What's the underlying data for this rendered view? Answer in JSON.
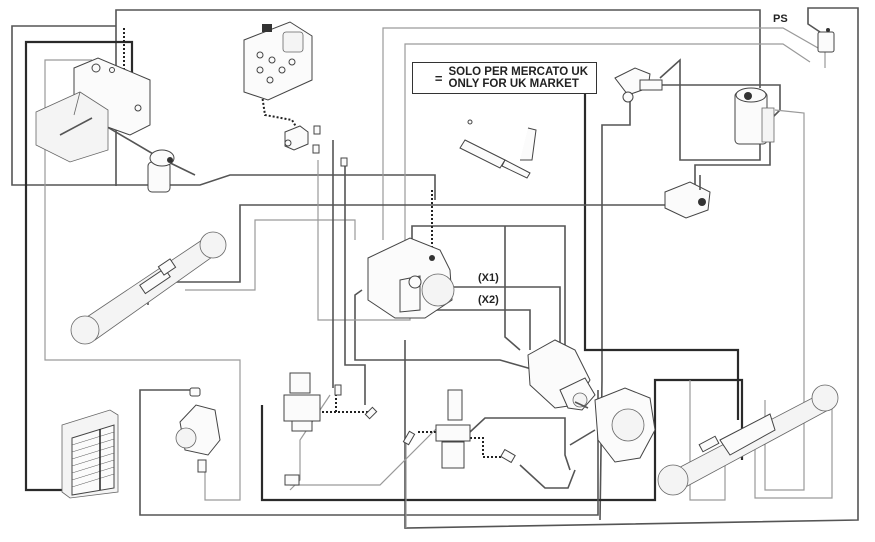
{
  "diagram": {
    "title": "Hydraulic circuit schematic",
    "note_box": {
      "symbol": "=",
      "line1": "SOLO PER MERCATO UK",
      "line2": "ONLY FOR UK MARKET"
    },
    "port_labels": {
      "x1": "(X1)",
      "x2": "(X2)",
      "ps": "PS"
    },
    "components": [
      {
        "id": "oil-tank",
        "icon": "hydraulic-tank-icon"
      },
      {
        "id": "suction-filter",
        "icon": "filter-icon"
      },
      {
        "id": "control-valve-block",
        "icon": "directional-valve-icon"
      },
      {
        "id": "solenoid-valve",
        "icon": "solenoid-valve-icon"
      },
      {
        "id": "brake-cylinder",
        "icon": "cylinder-icon"
      },
      {
        "id": "priority-valve",
        "icon": "priority-valve-icon"
      },
      {
        "id": "steering-unit",
        "icon": "steering-unit-icon"
      },
      {
        "id": "pressure-switch",
        "icon": "pressure-switch-icon"
      },
      {
        "id": "brake-valve",
        "icon": "valve-icon"
      },
      {
        "id": "front-axle",
        "icon": "axle-icon"
      },
      {
        "id": "variable-pump",
        "icon": "pump-icon"
      },
      {
        "id": "hydrostatic-motor",
        "icon": "motor-icon"
      },
      {
        "id": "gearbox",
        "icon": "gearbox-icon"
      },
      {
        "id": "rear-axle",
        "icon": "axle-icon"
      },
      {
        "id": "oil-cooler",
        "icon": "radiator-icon"
      },
      {
        "id": "gear-pump",
        "icon": "gear-pump-icon"
      },
      {
        "id": "proportional-valve-left",
        "icon": "proportional-valve-icon"
      },
      {
        "id": "proportional-valve-center",
        "icon": "proportional-valve-icon"
      },
      {
        "id": "sensor",
        "icon": "sensor-icon"
      }
    ]
  }
}
